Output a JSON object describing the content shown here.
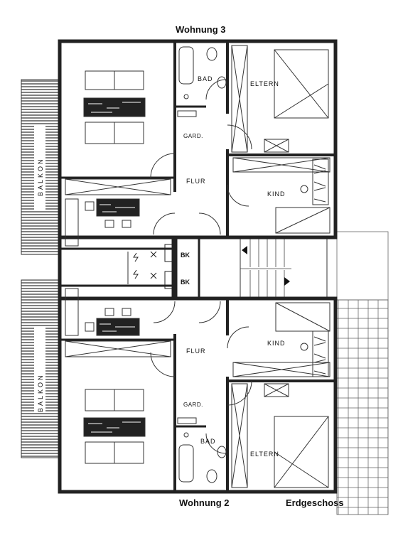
{
  "headings": {
    "top": "Wohnung 3",
    "bottom": "Wohnung 2",
    "floor": "Erdgeschoss"
  },
  "rooms": {
    "balkon_top": "BALKON",
    "balkon_bottom": "BALKON",
    "bad_top": "BAD",
    "bad_bottom": "BAD",
    "eltern_top": "ELTERN",
    "eltern_bottom": "ELTERN",
    "gard_top": "GARD.",
    "gard_bottom": "GARD.",
    "flur_top": "FLUR",
    "flur_bottom": "FLUR",
    "kind_top": "KIND",
    "kind_bottom": "KIND",
    "bk_top": "BK",
    "bk_bottom": "BK"
  },
  "colors": {
    "wall": "#222222",
    "line": "#333333",
    "paper": "#ffffff"
  }
}
